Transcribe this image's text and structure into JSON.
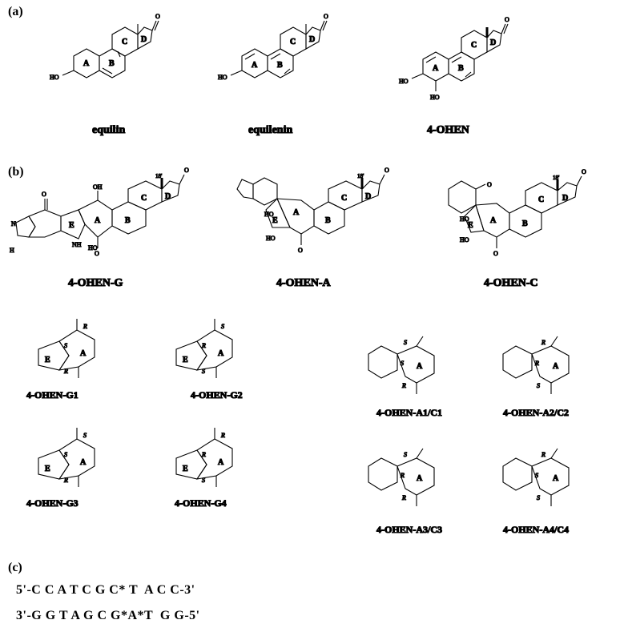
{
  "panels": {
    "a": {
      "label": "(a)",
      "compounds": [
        "equilin",
        "equilenin",
        "4-OHEN"
      ]
    },
    "b": {
      "label": "(b)",
      "adducts": [
        "4-OHEN-G",
        "4-OHEN-A",
        "4-OHEN-C"
      ],
      "stereoisomers": [
        "4-OHEN-G1",
        "4-OHEN-G2",
        "4-OHEN-G3",
        "4-OHEN-G4",
        "4-OHEN-A1/C1",
        "4-OHEN-A2/C2",
        "4-OHEN-A3/C3",
        "4-OHEN-A4/C4"
      ]
    },
    "c": {
      "label": "(c)",
      "strand_top": "5'-C C A T C G C* T  A C C-3'",
      "strand_bottom": "3'-G G T A G C G*A*T  G G-5'"
    }
  },
  "ring_letters": {
    "A": "A",
    "B": "B",
    "C": "C",
    "D": "D",
    "E": "E"
  },
  "atoms": {
    "oxo": "O",
    "ho": "HO",
    "oh": "OH",
    "n": "N",
    "h": "H",
    "nh": "NH",
    "me": "18'"
  },
  "stereo": {
    "R": "R",
    "S": "S"
  }
}
